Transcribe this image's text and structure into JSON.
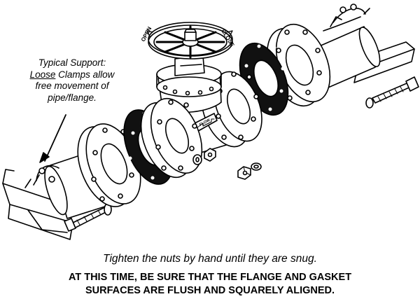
{
  "callout": {
    "line1": "Typical Support:",
    "loose_word": "Loose",
    "line2_rest": " Clamps allow",
    "line3": "free movement of",
    "line4": "pipe/flange."
  },
  "handwheel": {
    "open_label": "OPEN",
    "close_label": "CLOSE"
  },
  "body": {
    "flow_label": "FLOW"
  },
  "instructions": {
    "step": "Tighten the nuts by hand until they are snug.",
    "warning_line1": "AT THIS TIME, BE SURE THAT THE FLANGE AND GASKET",
    "warning_line2": "SURFACES ARE FLUSH AND SQUARELY ALIGNED."
  },
  "colors": {
    "ink": "#000000",
    "gasket": "#111111",
    "paper": "#ffffff"
  }
}
